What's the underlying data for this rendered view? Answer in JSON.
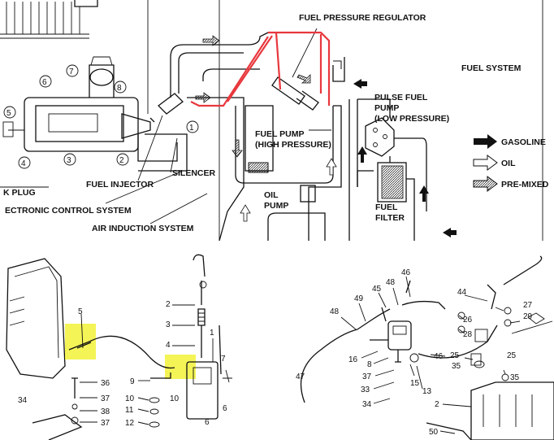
{
  "schematic": {
    "labels": {
      "fuel_pressure_regulator": "FUEL PRESSURE REGULATOR",
      "fuel_system": "FUEL SYSTEM",
      "pulse_pump_1": "PULSE FUEL",
      "pulse_pump_2": "PUMP",
      "pulse_pump_3": "(LOW PRESSURE)",
      "fuel_pump_1": "FUEL PUMP",
      "fuel_pump_2": "(HIGH PRESSURE)",
      "fuel_injector": "FUEL INJECTOR",
      "silencer": "SILENCER",
      "k_plug": "K PLUG",
      "ecs": "ECTRONIC CONTROL SYSTEM",
      "air_induction": "AIR INDUCTION SYSTEM",
      "oil_pump_1": "OIL",
      "oil_pump_2": "PUMP",
      "fuel_filter_1": "FUEL",
      "fuel_filter_2": "FILTER"
    },
    "legend": {
      "gasoline": "GASOLINE",
      "oil": "OIL",
      "pre_mixed": "PRE-MIXED"
    },
    "markers": [
      "1",
      "2",
      "3",
      "4",
      "5",
      "6",
      "7",
      "8"
    ]
  },
  "left_parts": {
    "callouts": [
      "5",
      "2",
      "3",
      "4",
      "1",
      "7",
      "9",
      "10",
      "10",
      "11",
      "12",
      "36",
      "37",
      "38",
      "37",
      "34",
      "6",
      "6"
    ]
  },
  "right_parts": {
    "callouts": [
      "46",
      "48",
      "45",
      "49",
      "44",
      "48",
      "27",
      "29",
      "16",
      "8",
      "26",
      "28",
      "25",
      "37",
      "15",
      "46",
      "33",
      "13",
      "35",
      "47",
      "34",
      "2",
      "50",
      "35",
      "25"
    ]
  },
  "colors": {
    "highlight": "#f2f23a",
    "flow_red": "#e8383d"
  }
}
